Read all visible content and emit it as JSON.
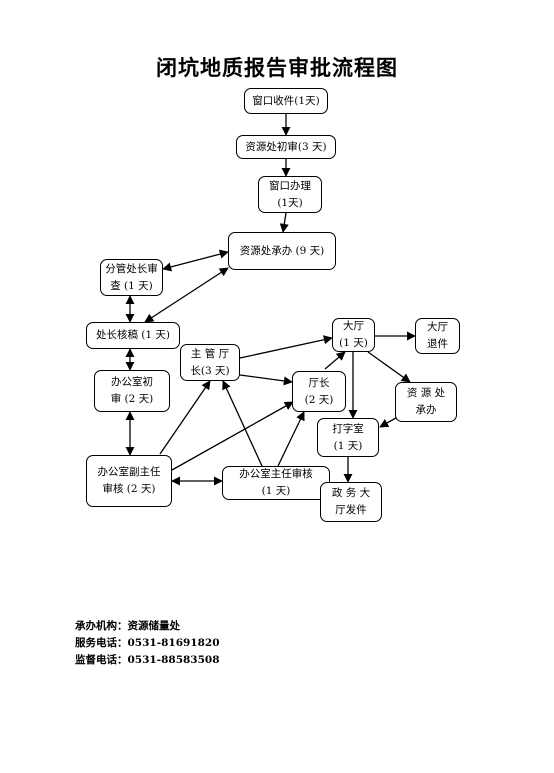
{
  "title": "闭坑地质报告审批流程图",
  "nodes": {
    "window_receive": "窗口收件(1天)",
    "resource_initial": "资源处初审(3 天)",
    "window_handle": "窗口办理\n(1天)",
    "resource_undertake": "资源处承办 (9 天)",
    "deputy_director_review": "分管处长审\n查 (1 天)",
    "director_verify": "处长核稿 (1 天)",
    "office_initial": "办公室初\n审 (2 天)",
    "office_deputy_director": "办公室副主任\n审核 (2 天)",
    "main_bureau_chief": "主 管 厅\n长(3 天)",
    "office_director": "办公室主任审核\n(1 天)",
    "hall": "大厅\n(1 天)",
    "hall_return": "大厅\n退件",
    "bureau_chief": "厅长\n(2 天)",
    "resource_dept_undertake": "资 源 处\n承办",
    "typing_room": "打字室\n(1 天)",
    "gov_hall_dispatch": "政 务 大\n厅发件"
  },
  "footer": {
    "organizer": "承办机构：资源储量处",
    "service_phone": "服务电话：0531-81691820",
    "supervision_phone": "监督电话：0531-88583508"
  }
}
